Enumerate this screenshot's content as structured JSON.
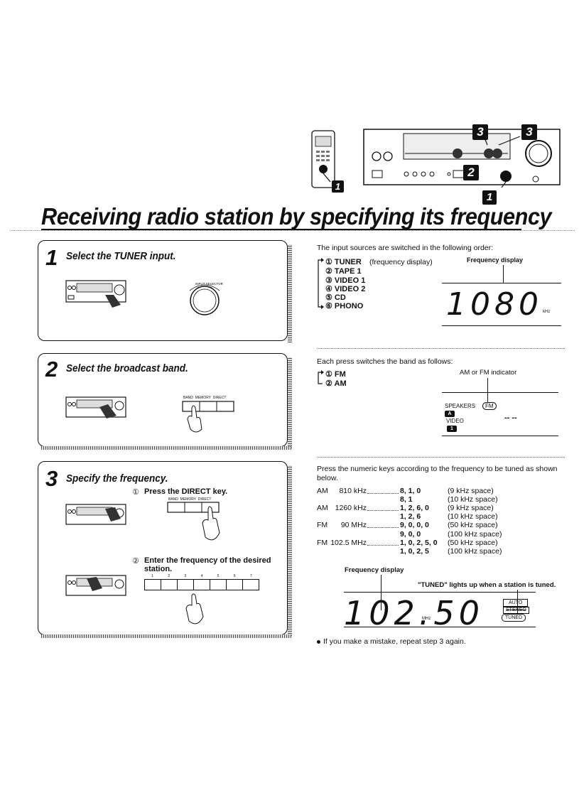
{
  "title": "Receiving radio station by specifying its frequency",
  "callouts": {
    "b1": "1",
    "b2": "2",
    "b3a": "3",
    "b3b": "3"
  },
  "steps": [
    {
      "num": "1",
      "title": "Select the TUNER input.",
      "knob_label": "INPUT SELECTOR"
    },
    {
      "num": "2",
      "title": "Select the broadcast band.",
      "keypad_labels": "BAND  MEMORY  DIRECT"
    },
    {
      "num": "3",
      "title": "Specify the frequency.",
      "sub1_num": "①",
      "sub1": "Press the DIRECT key.",
      "keypad_labels": "BAND  MEMORY  DIRECT",
      "sub2_num": "②",
      "sub2": "Enter the frequency of the desired station.",
      "numkeys": [
        "1",
        "2",
        "3",
        "4",
        "5",
        "6",
        "7"
      ]
    }
  ],
  "input_order": {
    "intro": "The input sources are switched in the following order:",
    "items": [
      {
        "label": "① TUNER",
        "note": "(frequency display)"
      },
      {
        "label": "② TAPE 1"
      },
      {
        "label": "③ VIDEO 1"
      },
      {
        "label": "④ VIDEO 2"
      },
      {
        "label": "⑤ CD"
      },
      {
        "label": "⑥ PHONO"
      }
    ],
    "display_caption": "Frequency display",
    "display_value": "1080",
    "display_unit": "kHz"
  },
  "band": {
    "intro": "Each press switches the band as follows:",
    "items": [
      "① FM",
      "② AM"
    ],
    "indicator_caption": "AM or FM indicator",
    "speakers": "SPEAKERS",
    "fm": "FM",
    "speaker_a": "A",
    "video": "VIDEO",
    "video_num": "1",
    "dashes": "-- --"
  },
  "numeric": {
    "intro": "Press the numeric keys according to the frequency to be tuned as shown below.",
    "rows": [
      {
        "band": "AM",
        "freq": "810 kHz",
        "keys": "8, 1, 0",
        "space": "(9 kHz space)"
      },
      {
        "band": "",
        "freq": "",
        "keys": "8, 1",
        "space": "(10 kHz space)"
      },
      {
        "band": "AM",
        "freq": "1260 kHz",
        "keys": "1, 2, 6, 0",
        "space": "(9 kHz space)"
      },
      {
        "band": "",
        "freq": "",
        "keys": "1, 2, 6",
        "space": "(10 kHz space)"
      },
      {
        "band": "FM",
        "freq": "90 MHz",
        "keys": "9, 0, 0, 0",
        "space": "(50 kHz space)"
      },
      {
        "band": "",
        "freq": "",
        "keys": "9, 0, 0",
        "space": "(100 kHz space)"
      },
      {
        "band": "FM",
        "freq": "102.5 MHz",
        "keys": "1, 0, 2, 5, 0",
        "space": "(50 kHz space)"
      },
      {
        "band": "",
        "freq": "",
        "keys": "1, 0, 2, 5",
        "space": "(100 kHz space)"
      }
    ],
    "display_caption": "Frequency display",
    "tuned_note": "\"TUNED\" lights up when a station is tuned.",
    "display_value": "102.50",
    "display_unit": "MHz",
    "auto": "AUTO",
    "stereo": "STEREO",
    "tuned": "TUNED"
  },
  "note": "If you make a mistake, repeat step 3 again."
}
